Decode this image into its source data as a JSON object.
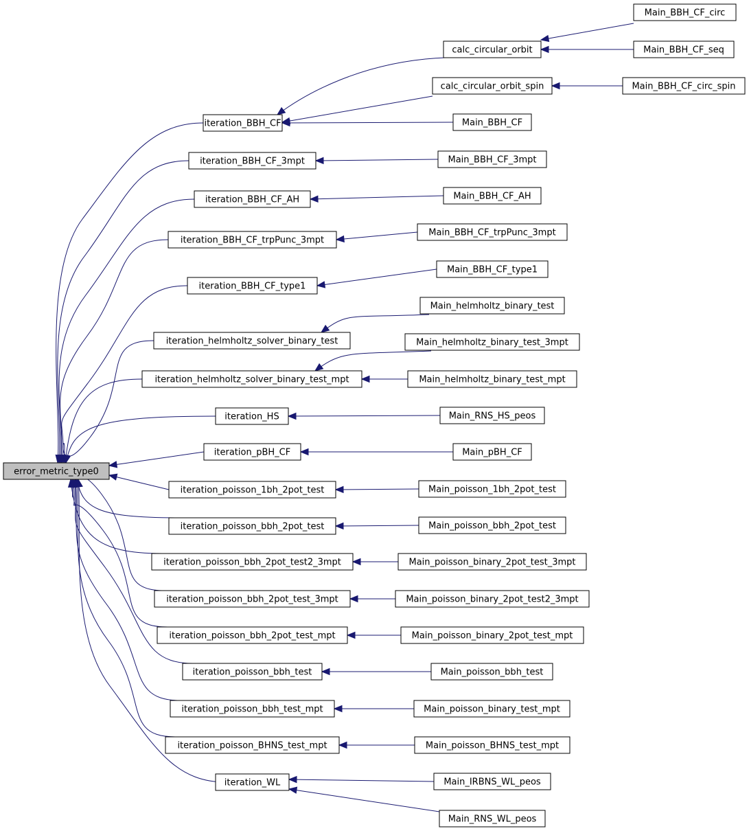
{
  "graph": {
    "root": "error_metric_type0",
    "nodes": {
      "n_root": "error_metric_type0",
      "n_it_bbh_cf": "iteration_BBH_CF",
      "n_it_3mpt": "iteration_BBH_CF_3mpt",
      "n_it_ah": "iteration_BBH_CF_AH",
      "n_it_trp": "iteration_BBH_CF_trpPunc_3mpt",
      "n_it_type1": "iteration_BBH_CF_type1",
      "n_it_helm": "iteration_helmholtz_solver_binary_test",
      "n_it_helm_mpt": "iteration_helmholtz_solver_binary_test_mpt",
      "n_it_hs": "iteration_HS",
      "n_it_pbh": "iteration_pBH_CF",
      "n_it_p1bh": "iteration_poisson_1bh_2pot_test",
      "n_it_pbbh2": "iteration_poisson_bbh_2pot_test",
      "n_it_pbbh2t2": "iteration_poisson_bbh_2pot_test2_3mpt",
      "n_it_pbbh2t3": "iteration_poisson_bbh_2pot_test_3mpt",
      "n_it_pbbh2mpt": "iteration_poisson_bbh_2pot_test_mpt",
      "n_it_pbbh": "iteration_poisson_bbh_test",
      "n_it_pbbhmpt": "iteration_poisson_bbh_test_mpt",
      "n_it_bhns": "iteration_poisson_BHNS_test_mpt",
      "n_it_wl": "iteration_WL",
      "n_calc_circ": "calc_circular_orbit",
      "n_calc_spin": "calc_circular_orbit_spin",
      "n_m_circ": "Main_BBH_CF_circ",
      "n_m_seq": "Main_BBH_CF_seq",
      "n_m_spin": "Main_BBH_CF_circ_spin",
      "n_m_bbh": "Main_BBH_CF",
      "n_m_3mpt": "Main_BBH_CF_3mpt",
      "n_m_ah": "Main_BBH_CF_AH",
      "n_m_trp": "Main_BBH_CF_trpPunc_3mpt",
      "n_m_type1": "Main_BBH_CF_type1",
      "n_m_helm": "Main_helmholtz_binary_test",
      "n_m_helm3": "Main_helmholtz_binary_test_3mpt",
      "n_m_helmmpt": "Main_helmholtz_binary_test_mpt",
      "n_m_rnshs": "Main_RNS_HS_peos",
      "n_m_pbh": "Main_pBH_CF",
      "n_m_p1bh": "Main_poisson_1bh_2pot_test",
      "n_m_pbbh2": "Main_poisson_bbh_2pot_test",
      "n_m_pbin3": "Main_poisson_binary_2pot_test_3mpt",
      "n_m_pbin23": "Main_poisson_binary_2pot_test2_3mpt",
      "n_m_pbinmpt": "Main_poisson_binary_2pot_test_mpt",
      "n_m_pbbh": "Main_poisson_bbh_test",
      "n_m_pbintmpt": "Main_poisson_binary_test_mpt",
      "n_m_bhns": "Main_poisson_BHNS_test_mpt",
      "n_m_irbns": "Main_IRBNS_WL_peos",
      "n_m_rnswl": "Main_RNS_WL_peos"
    },
    "colors": {
      "edge": "#191970",
      "root_fill": "#bfbfbf",
      "node_fill": "#ffffff",
      "node_border": "#000000"
    }
  }
}
